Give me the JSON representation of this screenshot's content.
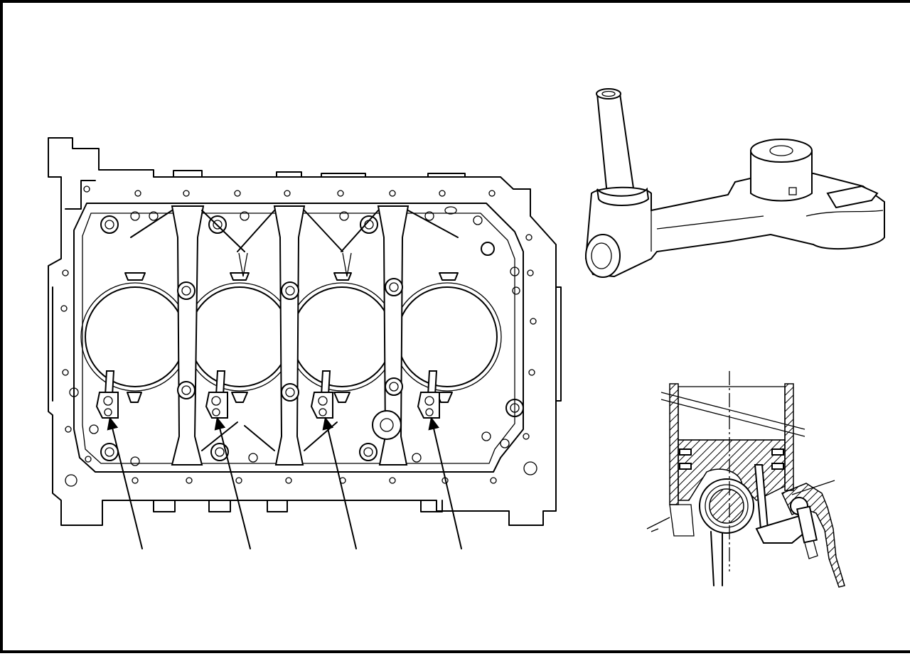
{
  "figure": {
    "views": [
      "engine-block-bottom-view",
      "piston-oil-jet-nozzle",
      "oil-jet-cross-section"
    ],
    "callout_count": 4,
    "colors": {
      "line": "#000000",
      "background": "#ffffff"
    }
  }
}
